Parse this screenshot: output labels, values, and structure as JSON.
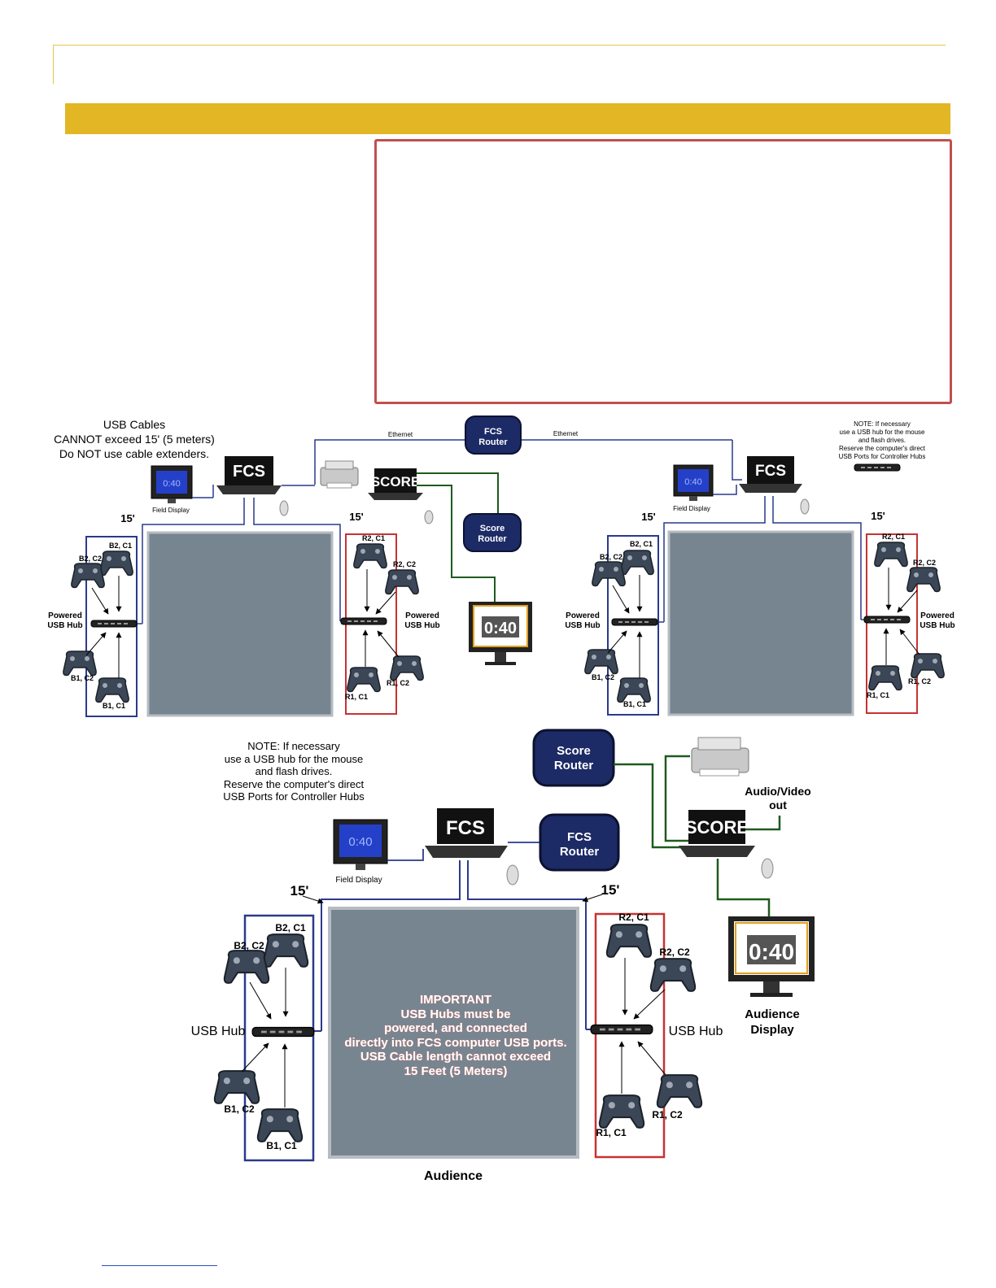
{
  "diagrams": {
    "top_left": {
      "cable_note": [
        "USB Cables",
        "CANNOT exceed 15' (5 meters)",
        "Do NOT use cable extenders."
      ],
      "ethernet_left": "Ethernet",
      "ethernet_right": "Ethernet",
      "fcs_router": [
        "FCS",
        "Router"
      ],
      "score_router": [
        "Score",
        "Router"
      ],
      "fcs_label": "FCS",
      "score_label": "SCORE",
      "field_display": "Field Display",
      "dist_left": "15'",
      "dist_right": "15'",
      "hub_left": [
        "Powered",
        "USB Hub"
      ],
      "hub_right": [
        "Powered",
        "USB Hub"
      ],
      "controllers": {
        "b2c1": "B2, C1",
        "b2c2": "B2, C2",
        "b1c2": "B1, C2",
        "b1c1": "B1, C1",
        "r2c1": "R2, C1",
        "r2c2": "R2, C2",
        "r1c1": "R1, C1",
        "r1c2": "R1, C2"
      }
    },
    "top_right": {
      "note": [
        "NOTE: If necessary",
        "use a USB hub for the mouse",
        "and flash drives.",
        "Reserve the computer's direct",
        "USB Ports for Controller Hubs"
      ],
      "fcs_label": "FCS",
      "field_display": "Field Display",
      "dist_left": "15'",
      "dist_right": "15'",
      "hub_left": [
        "Powered",
        "USB Hub"
      ],
      "hub_right": [
        "Powered",
        "USB Hub"
      ],
      "controllers": {
        "b2c1": "B2, C1",
        "b2c2": "B2, C2",
        "b1c2": "B1, C2",
        "b1c1": "B1, C1",
        "r2c1": "R2, C1",
        "r2c2": "R2, C2",
        "r1c1": "R1, C1",
        "r1c2": "R1, C2"
      }
    },
    "bottom": {
      "note": [
        "NOTE: If necessary",
        "use a USB hub for the mouse",
        "and flash drives.",
        "Reserve the computer's direct",
        "USB Ports for Controller Hubs"
      ],
      "score_router": [
        "Score",
        "Router"
      ],
      "fcs_router": [
        "FCS",
        "Router"
      ],
      "fcs_label": "FCS",
      "score_label": "SCORE",
      "av_out": [
        "Audio/Video",
        "out"
      ],
      "field_display": "Field Display",
      "dist_left": "15'",
      "dist_right": "15'",
      "hub_left": "USB Hub",
      "hub_right": "USB Hub",
      "audience_display": [
        "Audience",
        "Display"
      ],
      "audience": "Audience",
      "important": [
        "IMPORTANT",
        "USB Hubs must be",
        "powered, and connected",
        "directly into FCS computer USB ports.",
        "USB Cable length cannot exceed",
        "15 Feet (5 Meters)"
      ],
      "controllers": {
        "b2c1": "B2, C1",
        "b2c2": "B2, C2",
        "b1c2": "B1, C2",
        "b1c1": "B1, C1",
        "r2c1": "R2, C1",
        "r2c2": "R2, C2",
        "r1c1": "R1, C1",
        "r1c2": "R1, C2"
      }
    },
    "display_time": "0:40"
  },
  "colors": {
    "gold": "#e2b624",
    "red_box": "#c0504d",
    "field": "#778591",
    "blue": "#2a3a8c",
    "green": "#1f5a1f",
    "red": "#c83232"
  }
}
